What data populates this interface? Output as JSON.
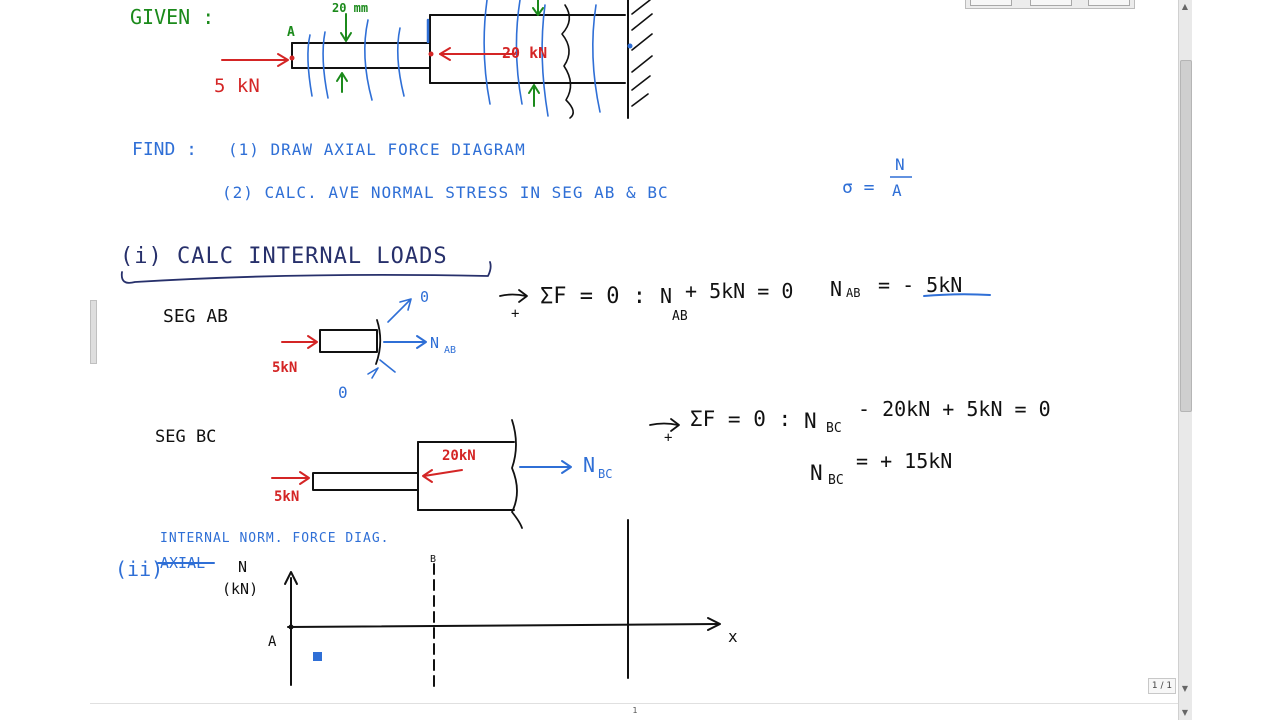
{
  "given": {
    "label": "GIVEN :",
    "point_a": "A",
    "dim": "20 mm",
    "load_a": "5 kN",
    "load_b": "20 kN"
  },
  "find": {
    "label": "FIND :",
    "item1": "(1)  DRAW  AXIAL  FORCE  DIAGRAM",
    "item2": "(2)  CALC.  AVE  NORMAL  STRESS  IN  SEG  AB  &  BC",
    "formula_sigma": "σ =",
    "formula_num": "N",
    "formula_den": "A"
  },
  "part1": {
    "heading": "(i) CALC  INTERNAL  LOADS",
    "seg_ab": {
      "label": "SEG  AB",
      "load": "5kN",
      "n_label": "N",
      "n_sub": "AB",
      "zero1": "0",
      "zero2": "0",
      "eq_dir": "→",
      "eq_plus": "+",
      "eq": "ΣF = 0 :",
      "eq_n": "N",
      "eq_n_sub": "AB",
      "eq_rest": "+ 5kN = 0",
      "result_n": "N",
      "result_sub": "AB",
      "result_val": "= - 5kN"
    },
    "seg_bc": {
      "label": "SEG  BC",
      "load_a": "5kN",
      "load_b": "20kN",
      "n_label": "N",
      "n_sub": "BC",
      "eq_dir": "→",
      "eq_plus": "+",
      "eq": "ΣF = 0 :",
      "eq_n": "N",
      "eq_n_sub": "BC",
      "eq_rest": "- 20kN + 5kN = 0",
      "result_n": "N",
      "result_sub": "BC",
      "result_val": "= + 15kN"
    }
  },
  "part2": {
    "numeral": "(ii)",
    "struck": "AXIAL",
    "heading": "INTERNAL  NORM.  FORCE  DIAG.",
    "axis_n": "N",
    "axis_unit": "(kN)",
    "axis_x": "x",
    "point_a": "A",
    "point_b": "B"
  },
  "viewer": {
    "page_indicator": "1 / 1",
    "page_number": "1"
  },
  "colors": {
    "green": "#1b8a1b",
    "blue": "#2f6fd6",
    "red": "#d42525",
    "navy": "#27306b",
    "ink": "#111111"
  }
}
